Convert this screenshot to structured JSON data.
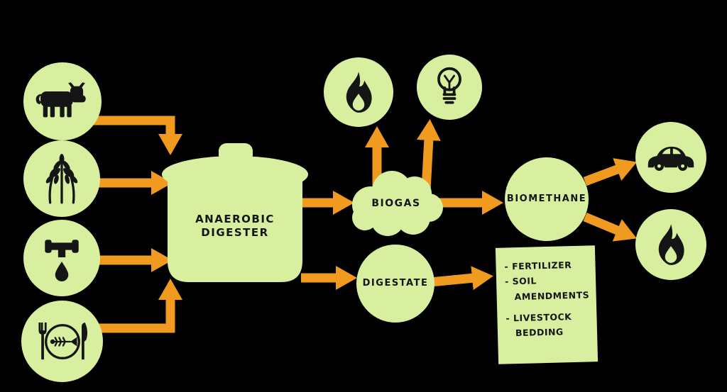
{
  "meta": {
    "bg": "#000000",
    "node_fill": "#d9efa0",
    "arrow_color": "#f09b1f",
    "ink": "#151515"
  },
  "inputs": {
    "manure": {
      "icon": "cow-icon"
    },
    "crops": {
      "icon": "wheat-icon"
    },
    "wastewater": {
      "icon": "tap-drip-icon"
    },
    "food_waste": {
      "icon": "food-waste-plate-icon"
    }
  },
  "digester": {
    "line1": "ANAEROBIC",
    "line2": "DIGESTER"
  },
  "biogas": {
    "label": "BIOGAS"
  },
  "digestate": {
    "label": "DIGESTATE"
  },
  "biomethane": {
    "label": "BIOMETHANE"
  },
  "uses": {
    "heat": {
      "icon": "flame-icon"
    },
    "electricity": {
      "icon": "lightbulb-icon"
    },
    "vehicle_fuel": {
      "icon": "car-icon"
    },
    "gas_fuel": {
      "icon": "flame-icon"
    }
  },
  "note": {
    "lines": [
      "- FERTILIZER",
      "- SOIL",
      "AMENDMENTS",
      "- LIVESTOCK",
      "BEDDING"
    ]
  }
}
